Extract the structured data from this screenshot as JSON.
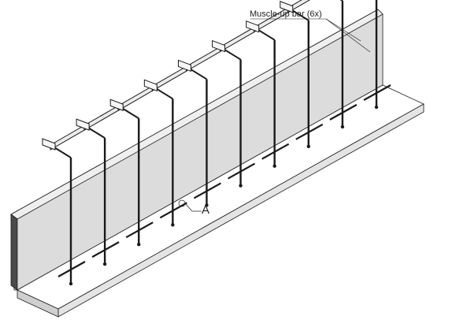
{
  "callouts": {
    "muscle_up": "Muscle-up bar (6x)",
    "detail": "A"
  },
  "colors": {
    "wall_face": "#dcdcdc",
    "wall_side": "#c4c4c4",
    "wall_end": "#4a4a4a",
    "floor": "#ffffff",
    "post": "#1a1a1a",
    "line": "#1a1a1a"
  },
  "rig": {
    "post_count": 10,
    "crossmember_count": 9,
    "muscle_up_bars": 6
  }
}
